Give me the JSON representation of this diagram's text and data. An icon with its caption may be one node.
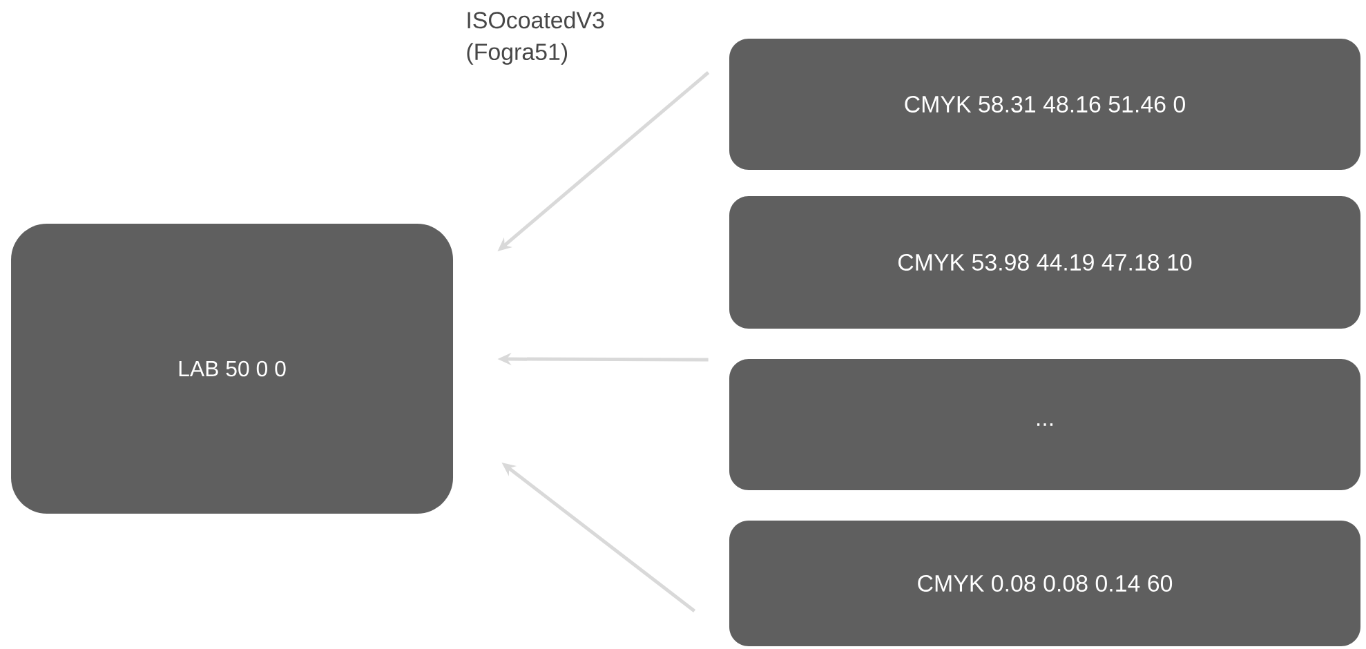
{
  "diagram": {
    "nodes": [
      {
        "text": [
          "LAB 50 0 0"
        ]
      },
      {
        "text": [
          "CMYK 58.31 48.16 51.46 0"
        ]
      },
      {
        "text": [
          "CMYK 53.98 44.19 47.18 10"
        ]
      },
      {
        "text": [
          "..."
        ]
      },
      {
        "text": [
          "CMYK 0.08 0.08 0.14 60"
        ]
      }
    ],
    "edges": [
      {
        "from": 1,
        "to": 0,
        "arrow": "to",
        "label": "ISOcoatedV3 (Fogra51)"
      },
      {
        "from": 3,
        "to": 0,
        "arrow": "to"
      },
      {
        "from": 4,
        "to": 0,
        "arrow": "to"
      }
    ]
  }
}
